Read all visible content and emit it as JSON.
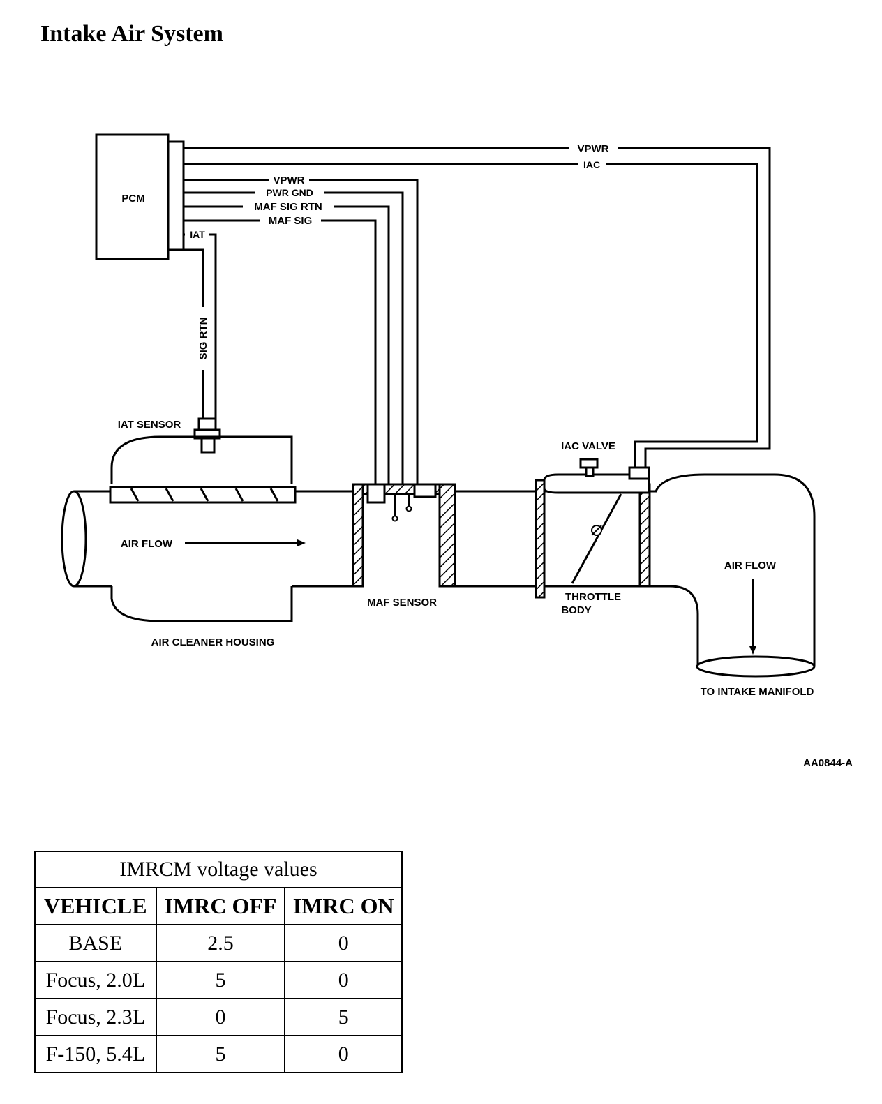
{
  "title": "Intake Air System",
  "diagram": {
    "pcm_label": "PCM",
    "wires": {
      "vpwr_top": "VPWR",
      "iac": "IAC",
      "vpwr": "VPWR",
      "pwr_gnd": "PWR GND",
      "maf_sig_rtn": "MAF SIG RTN",
      "maf_sig": "MAF SIG",
      "iat": "IAT",
      "sig_rtn": "SIG RTN"
    },
    "components": {
      "iat_sensor": "IAT SENSOR",
      "iac_valve": "IAC VALVE",
      "air_flow_left": "AIR FLOW",
      "air_flow_right": "AIR FLOW",
      "maf_sensor": "MAF SENSOR",
      "throttle_line1": "THROTTLE",
      "throttle_line2": "BODY",
      "air_cleaner_housing": "AIR CLEANER HOUSING",
      "to_intake_manifold": "TO INTAKE MANIFOLD"
    },
    "figure_code": "AA0844-A"
  },
  "table": {
    "caption": "IMRCM voltage values",
    "headers": [
      "VEHICLE",
      "IMRC OFF",
      "IMRC ON"
    ],
    "rows": [
      [
        "BASE",
        "2.5",
        "0"
      ],
      [
        "Focus, 2.0L",
        "5",
        "0"
      ],
      [
        "Focus, 2.3L",
        "0",
        "5"
      ],
      [
        "F-150, 5.4L",
        "5",
        "0"
      ]
    ]
  }
}
